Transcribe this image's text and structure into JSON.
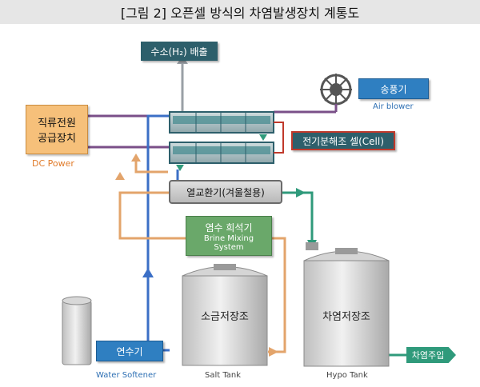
{
  "title": "[그림 2] 오픈셀 방식의 차염발생장치 계통도",
  "labels": {
    "hydrogen": "수소(H₂) 배출",
    "blower_kr": "송풍기",
    "blower_en": "Air blower",
    "dc_kr_line1": "직류전원",
    "dc_kr_line2": "공급장치",
    "dc_en": "DC Power",
    "cell": "전기분해조 셀(Cell)",
    "heat_exchanger": "열교환기(겨울철용)",
    "brine_kr": "염수 희석기",
    "brine_en_line1": "Brine Mixing",
    "brine_en_line2": "System",
    "salt_tank_kr": "소금저장조",
    "salt_tank_en": "Salt Tank",
    "hypo_tank_kr": "차염저장조",
    "hypo_tank_en": "Hypo Tank",
    "softener_kr": "연수기",
    "softener_en": "Water Softener",
    "output": "차염주입"
  },
  "colors": {
    "blue_box": "#2f7fc1",
    "teal_box": "#2d5f6b",
    "dc_box": "#f6c07a",
    "brine_box": "#6aa86a",
    "water_pipe": "#3b6fc6",
    "brine_pipe": "#e3a46b",
    "hypo_pipe": "#2f9a7b",
    "wire": "#7a4f88"
  }
}
